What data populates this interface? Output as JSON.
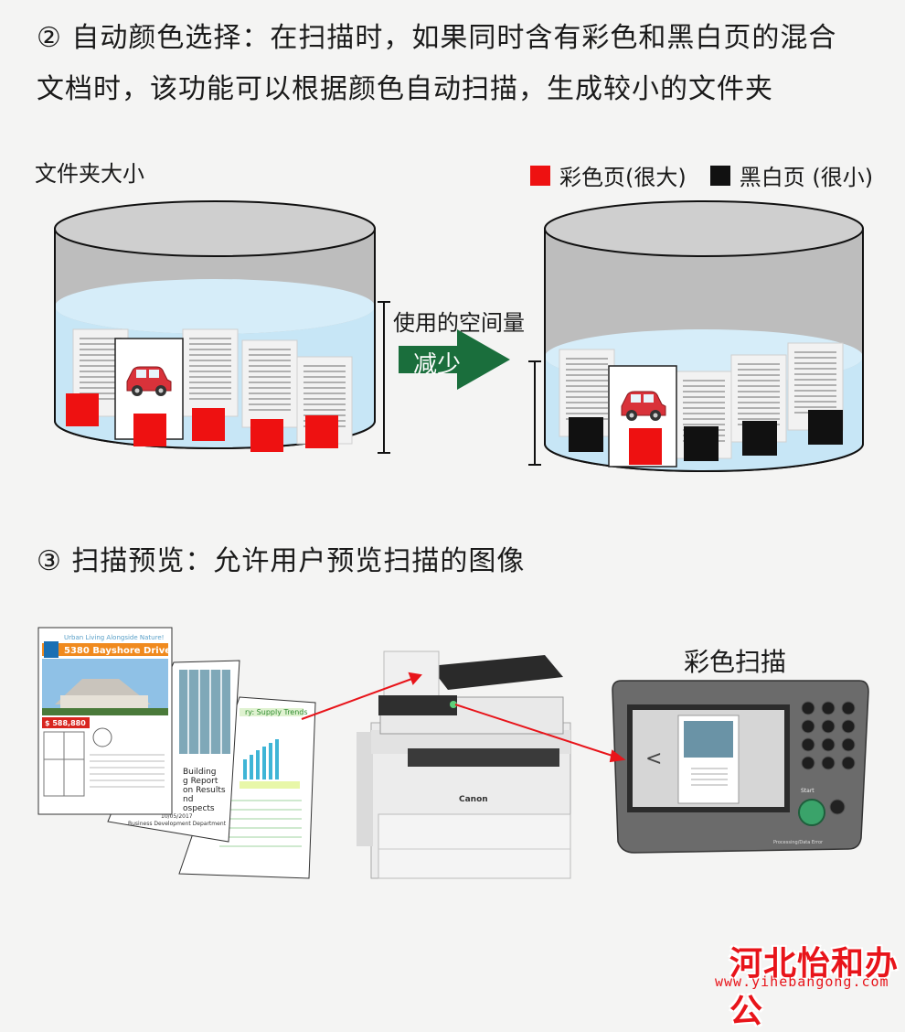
{
  "section2": {
    "line1": "② 自动颜色选择：在扫描时，如果同时含有彩色和黑白页的混合",
    "line2": "文档时，该功能可以根据颜色自动扫描，生成较小的文件夹"
  },
  "diagram1": {
    "folder_size_label": "文件夹大小",
    "legend": {
      "color_label": "彩色页(很大)",
      "color_swatch": "#ee1111",
      "bw_label": "黑白页 (很小)",
      "bw_swatch": "#111111"
    },
    "space_label": "使用的空间量",
    "arrow_label": "减少",
    "arrow_color": "#1a6e3c"
  },
  "section3": {
    "line": "③ 扫描预览：允许用户预览扫描的图像"
  },
  "diagram2": {
    "color_scan_label": "彩色扫描",
    "doc1": {
      "header": "Urban Living Alongside Nature!",
      "title": "5380 Bayshore Drive",
      "price": "$ 588,880"
    },
    "doc2": {
      "lines": [
        "Building",
        "g Report",
        "on Results",
        "nd",
        "ospects"
      ],
      "date": "10/05/2017",
      "department": "Business Development Department"
    },
    "doc3": {
      "title": "ry: Supply Trends"
    },
    "printer_brand": "Canon",
    "panel_back_symbol": "<",
    "panel_start": "Start",
    "panel_bottom": "Processing/Data   Error"
  },
  "watermark": {
    "brand": "河北怡和办公",
    "url": "www.yihebangong.com"
  }
}
